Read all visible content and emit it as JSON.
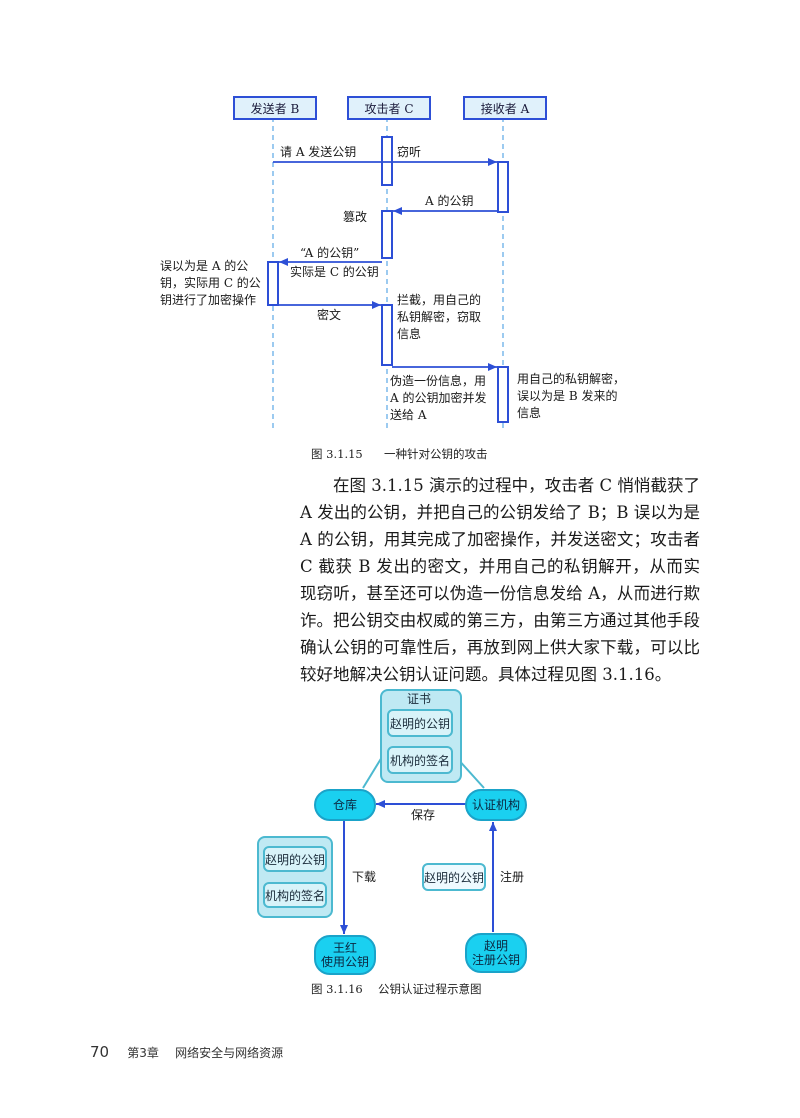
{
  "figure1": {
    "participants": [
      "发送者 B",
      "攻击者 C",
      "接收者 A"
    ],
    "messages": {
      "m1": "请 A 发送公钥",
      "m2": "窃听",
      "m3": "A 的公钥",
      "m4": "篡改",
      "m5a": "“A 的公钥”",
      "m5b": "实际是 C 的公钥",
      "m6": "密文",
      "m7": "拦截，用自己的私钥解密，窃取信息",
      "m8": "伪造一份信息，用 A 的公钥加密并发送给 A",
      "m9": "用自己的私钥解密，误以为是 B 发来的信息"
    },
    "left_note": "误以为是 A 的公钥，实际用 C 的公钥进行了加密操作",
    "caption_num": "图 3.1.15",
    "caption_text": "一种针对公钥的攻击"
  },
  "paragraphs": {
    "p1": "在图 3.1.15 演示的过程中，攻击者 C 悄悄截获了 A 发出的公钥，并把自己的公钥发给了 B；B 误以为是 A 的公钥，用其完成了加密操作，并发送密文；攻击者 C 截获 B 发出的密文，并用自己的私钥解开，从而实现窃听，甚至还可以伪造一份信息发给 A，从而进行欺诈。",
    "p2": "把公钥交由权威的第三方，由第三方通过其他手段确认公钥的可靠性后，再放到网上供大家下载，可以比较好地解决公钥认证问题。具体过程见图 3.1.16。"
  },
  "figure2": {
    "cert_title": "证书",
    "cert_item1": "赵明的公钥",
    "cert_item2": "机构的签名",
    "warehouse": "仓库",
    "authority": "认证机构",
    "save_label": "保存",
    "download_label": "下载",
    "register_label": "注册",
    "left_item1": "赵明的公钥",
    "left_item2": "机构的签名",
    "middle_item": "赵明的公钥",
    "wanghong_line1": "王红",
    "wanghong_line2": "使用公钥",
    "zhaoming_line1": "赵明",
    "zhaoming_line2": "注册公钥",
    "caption_num": "图 3.1.16",
    "caption_text": "公钥认证过程示意图"
  },
  "footer": {
    "page_number": "70",
    "chapter": "第3章",
    "chapter_title": "网络安全与网络资源"
  }
}
